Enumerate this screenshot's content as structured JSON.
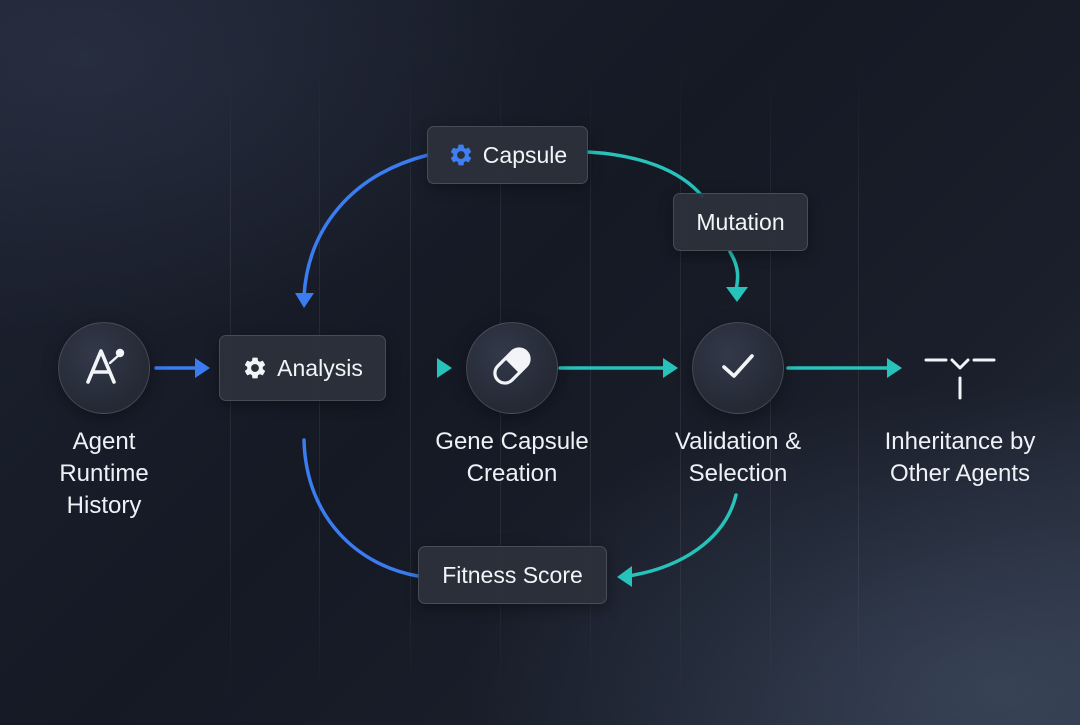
{
  "nodes": {
    "capsule": {
      "label": "Capsule",
      "icon": "gear-icon"
    },
    "mutation": {
      "label": "Mutation"
    },
    "analysis": {
      "label": "Analysis",
      "icon": "gear-icon"
    },
    "fitness": {
      "label": "Fitness Score"
    }
  },
  "stages": {
    "agent": {
      "icon": "agent-logo-icon",
      "lines": [
        "Agent",
        "Runtime",
        "History"
      ]
    },
    "gene": {
      "icon": "pill-icon",
      "lines": [
        "Gene Capsule",
        "Creation"
      ]
    },
    "validation": {
      "icon": "checkmark-icon",
      "lines": [
        "Validation &",
        "Selection"
      ]
    },
    "inheritance": {
      "icon": "branch-icon",
      "lines": [
        "Inheritance by",
        "Other Agents"
      ]
    }
  },
  "colors": {
    "blue": "#3b7cf0",
    "teal": "#27c3bb",
    "background": "#171b26"
  }
}
